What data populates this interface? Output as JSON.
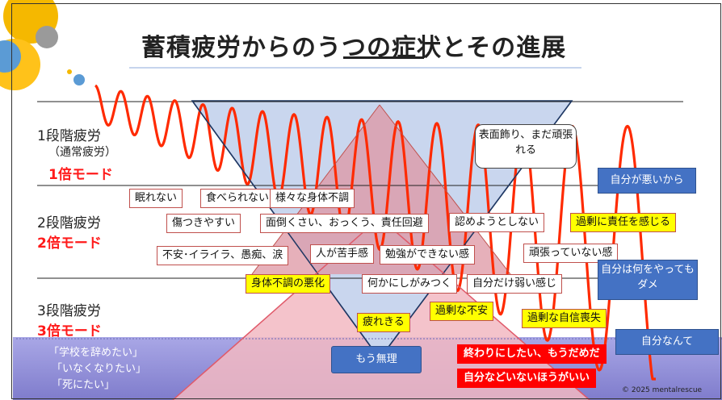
{
  "title": "蓄積疲労からのうつの症状とその進展",
  "stages": [
    {
      "name": "1段階疲労",
      "sub": "（通常疲労）",
      "mode": "1倍モード"
    },
    {
      "name": "2段階疲労",
      "mode": "2倍モード"
    },
    {
      "name": "3段階疲労",
      "mode": "3倍モード"
    }
  ],
  "symptoms_white": [
    "眠れない",
    "食べられない",
    "様々な身体不調",
    "傷つきやすい",
    "面倒くさい、おっくう、責任回避",
    "認めようとしない",
    "不安･イライラ、愚痴、涙",
    "人が苦手感",
    "勉強ができない感",
    "頑張っていない感",
    "何かにしがみつく",
    "自分だけ弱い感じ"
  ],
  "symptoms_yellow": [
    "過剰に責任を感じる",
    "身体不調の悪化",
    "過剰な不安",
    "疲れきる",
    "過剰な自信喪失"
  ],
  "red_boxes": [
    "終わりにしたい、もうだめだ",
    "自分などいないほうがいい"
  ],
  "blue_boxes": [
    "自分が悪いから",
    "自分は何をやってもダメ",
    "自分なんて",
    "もう無理"
  ],
  "callout": "表面飾り、まだ頑張れる",
  "quotes": [
    "「学校を辞めたい」",
    "「いなくなりたい」",
    "「死にたい」"
  ],
  "copyright": "© 2025 mentalrescue",
  "colors": {
    "wave": "#ff2a00",
    "mode_red": "#ff1a1a",
    "tri_blue": "#c9d6ee",
    "tri_pink": "#e7a9b4",
    "band_purple": "#8f8cd6"
  }
}
